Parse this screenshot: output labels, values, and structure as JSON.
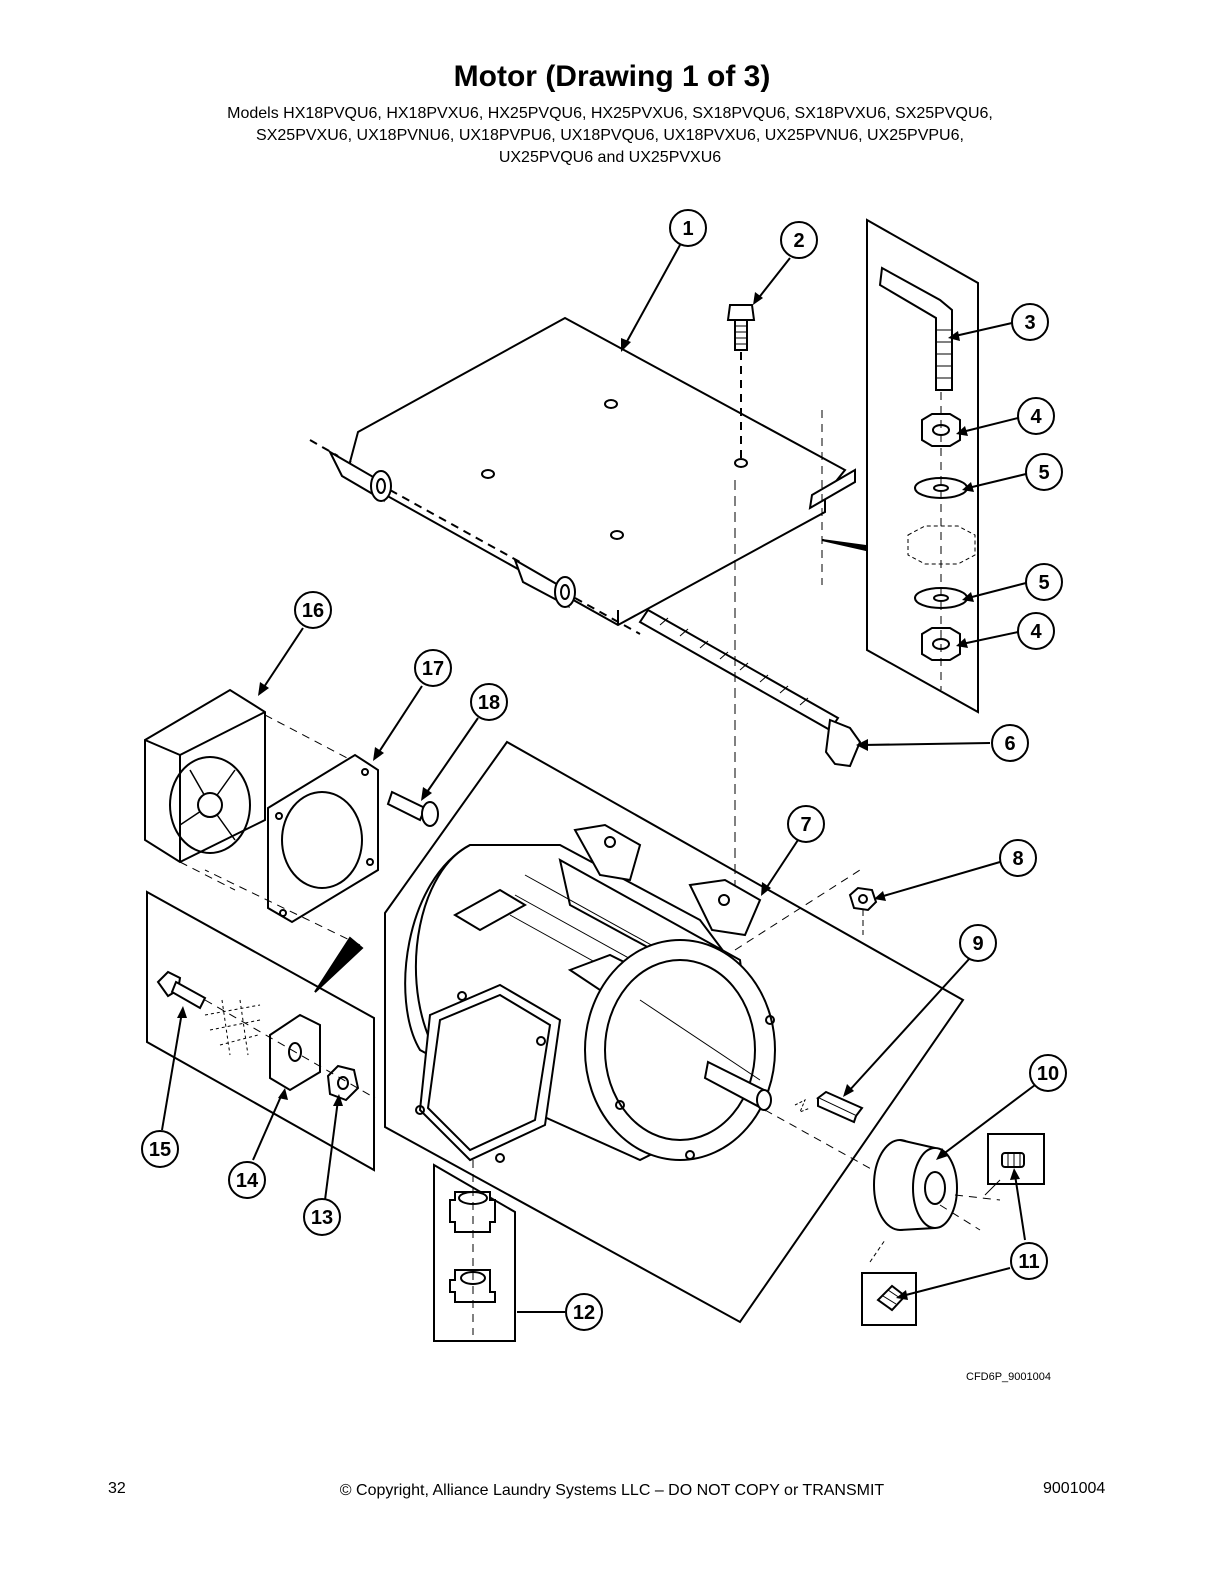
{
  "title": "Motor (Drawing 1 of 3)",
  "models": [
    "Models HX18PVQU6, HX18PVXU6, HX25PVQU6, HX25PVXU6, SX18PVQU6, SX18PVXU6, SX25PVQU6,",
    "SX25PVXU6, UX18PVNU6, UX18PVPU6, UX18PVQU6, UX18PVXU6, UX25PVNU6, UX25PVPU6,",
    "UX25PVQU6 and UX25PVXU6"
  ],
  "callouts": [
    {
      "label": "1"
    },
    {
      "label": "2"
    },
    {
      "label": "3"
    },
    {
      "label": "4"
    },
    {
      "label": "5"
    },
    {
      "label": "5"
    },
    {
      "label": "4"
    },
    {
      "label": "6"
    },
    {
      "label": "7"
    },
    {
      "label": "8"
    },
    {
      "label": "9"
    },
    {
      "label": "10"
    },
    {
      "label": "11"
    },
    {
      "label": "12"
    },
    {
      "label": "13"
    },
    {
      "label": "14"
    },
    {
      "label": "15"
    },
    {
      "label": "16"
    },
    {
      "label": "17"
    },
    {
      "label": "18"
    }
  ],
  "drawing_code": "CFD6P_9001004",
  "footer": {
    "page_number": "32",
    "copyright": "© Copyright, Alliance Laundry Systems LLC – DO NOT COPY or TRANSMIT",
    "document_number": "9001004"
  }
}
